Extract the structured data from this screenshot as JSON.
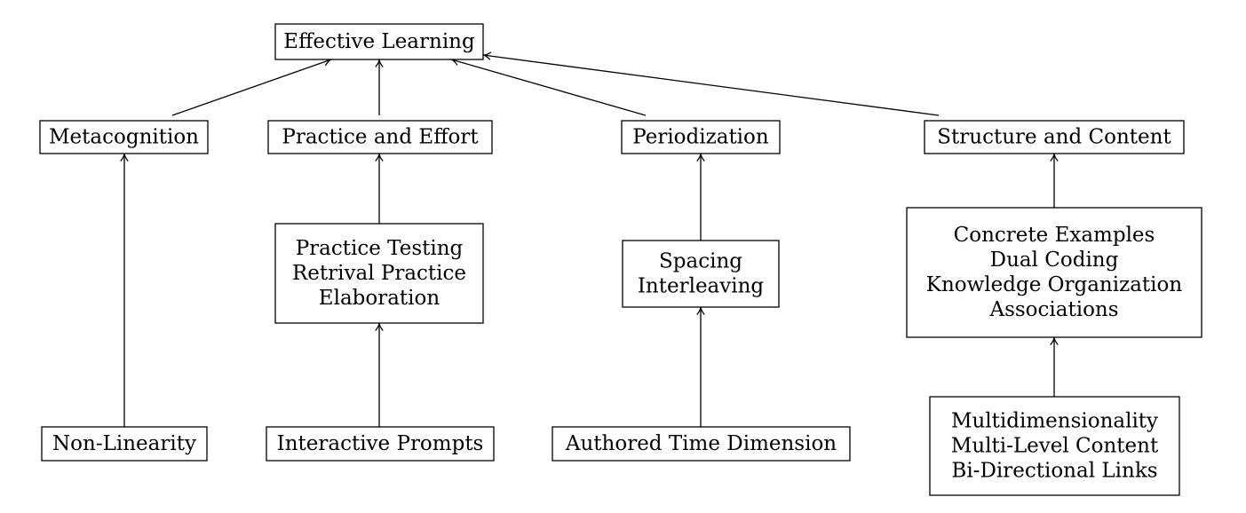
{
  "nodes": [
    {
      "id": "effective-learning",
      "lines": [
        "Effective Learning"
      ]
    },
    {
      "id": "metacognition",
      "lines": [
        "Metacognition"
      ]
    },
    {
      "id": "practice-and-effort",
      "lines": [
        "Practice and Effort"
      ]
    },
    {
      "id": "periodization",
      "lines": [
        "Periodization"
      ]
    },
    {
      "id": "structure-and-content",
      "lines": [
        "Structure and Content"
      ]
    },
    {
      "id": "practice-testing-group",
      "lines": [
        "Practice Testing",
        "Retrival Practice",
        "Elaboration"
      ]
    },
    {
      "id": "spacing-group",
      "lines": [
        "Spacing",
        "Interleaving"
      ]
    },
    {
      "id": "concrete-examples-group",
      "lines": [
        "Concrete Examples",
        "Dual Coding",
        "Knowledge Organization",
        "Associations"
      ]
    },
    {
      "id": "non-linearity",
      "lines": [
        "Non-Linearity"
      ]
    },
    {
      "id": "interactive-prompts",
      "lines": [
        "Interactive Prompts"
      ]
    },
    {
      "id": "authored-time-dimension",
      "lines": [
        "Authored Time Dimension"
      ]
    },
    {
      "id": "multidimensionality-group",
      "lines": [
        "Multidimensionality",
        "Multi-Level Content",
        "Bi-Directional Links"
      ]
    }
  ],
  "edges": [
    {
      "from": "metacognition",
      "to": "effective-learning"
    },
    {
      "from": "practice-and-effort",
      "to": "effective-learning"
    },
    {
      "from": "periodization",
      "to": "effective-learning"
    },
    {
      "from": "structure-and-content",
      "to": "effective-learning"
    },
    {
      "from": "non-linearity",
      "to": "metacognition"
    },
    {
      "from": "practice-testing-group",
      "to": "practice-and-effort"
    },
    {
      "from": "interactive-prompts",
      "to": "practice-testing-group"
    },
    {
      "from": "spacing-group",
      "to": "periodization"
    },
    {
      "from": "authored-time-dimension",
      "to": "spacing-group"
    },
    {
      "from": "concrete-examples-group",
      "to": "structure-and-content"
    },
    {
      "from": "multidimensionality-group",
      "to": "concrete-examples-group"
    }
  ]
}
